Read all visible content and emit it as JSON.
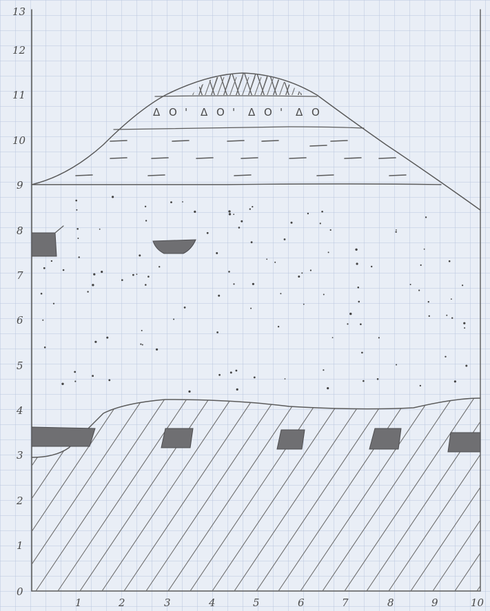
{
  "figure": {
    "paper_color": "#e9eef6",
    "grid_color": "#b9c6de",
    "pencil_color": "#5a5a5a"
  },
  "axes": {
    "y_ticks": [
      "0",
      "1",
      "2",
      "3",
      "4",
      "5",
      "6",
      "7",
      "8",
      "9",
      "10",
      "11",
      "12",
      "13"
    ],
    "x_ticks": [
      "1",
      "2",
      "3",
      "4",
      "5",
      "6",
      "7",
      "8",
      "9",
      "10"
    ],
    "ylim": [
      0,
      13
    ],
    "xlim": [
      0,
      10
    ]
  },
  "layers": {
    "bedrock": {
      "pattern": "diagonal-hatch",
      "top_elevation_range": [
        3,
        4.3
      ]
    },
    "sand": {
      "pattern": "scattered-dots",
      "top_elevation": 9
    },
    "loam": {
      "pattern": "dashes",
      "top_elevation_range": [
        9,
        10.4
      ]
    },
    "gravel": {
      "pattern": "triangles-and-circles",
      "symbols": [
        "Δ",
        "O",
        "'",
        "Δ",
        "O",
        "'",
        "Δ",
        "O",
        "'",
        "Δ",
        "O"
      ]
    },
    "soil_cap": {
      "pattern": "cross-hatch",
      "top_elevation": 11.5
    }
  },
  "lenses": [
    {
      "name": "lens-left-upper",
      "color": "#6f6f72"
    },
    {
      "name": "lens-mid-upper",
      "color": "#6f6f72"
    },
    {
      "name": "lens-left-lower",
      "color": "#6f6f72"
    },
    {
      "name": "lens-lower-3",
      "color": "#6f6f72"
    },
    {
      "name": "lens-lower-6",
      "color": "#6f6f72"
    },
    {
      "name": "lens-lower-8",
      "color": "#6f6f72"
    },
    {
      "name": "lens-lower-10",
      "color": "#6f6f72"
    }
  ]
}
